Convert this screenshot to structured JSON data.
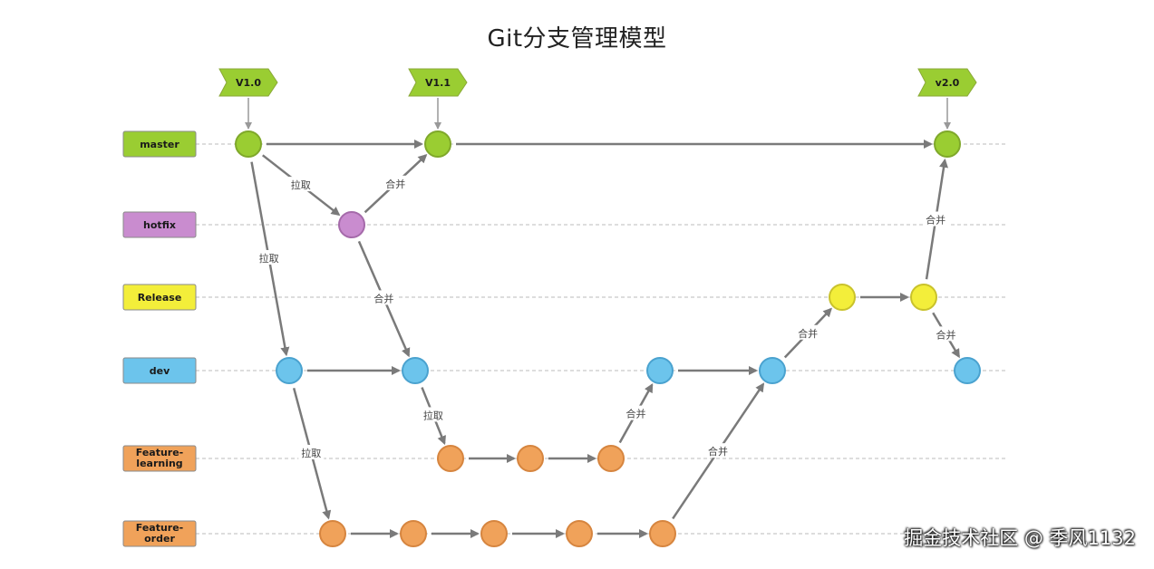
{
  "title": "Git分支管理模型",
  "colors": {
    "green": "#9acd32",
    "purple": "#c98ccf",
    "yellow": "#f3ee3a",
    "blue": "#6cc4ec",
    "orange": "#f0a25a",
    "arrow": "#7a7a7a",
    "dashline": "#bbbbbb"
  },
  "branches": [
    {
      "id": "master",
      "label": "master",
      "color": "green"
    },
    {
      "id": "hotfix",
      "label": "hotfix",
      "color": "purple"
    },
    {
      "id": "release",
      "label": "Release",
      "color": "yellow"
    },
    {
      "id": "dev",
      "label": "dev",
      "color": "blue"
    },
    {
      "id": "feature_learning",
      "label": "Feature-\nlearning",
      "color": "orange"
    },
    {
      "id": "feature_order",
      "label": "Feature-\norder",
      "color": "orange"
    }
  ],
  "tags": [
    {
      "label": "V1.0",
      "target": "m1"
    },
    {
      "label": "V1.1",
      "target": "m2"
    },
    {
      "label": "v2.0",
      "target": "m3"
    }
  ],
  "commits": [
    {
      "id": "m1",
      "branch": "master"
    },
    {
      "id": "m2",
      "branch": "master"
    },
    {
      "id": "m3",
      "branch": "master"
    },
    {
      "id": "h1",
      "branch": "hotfix"
    },
    {
      "id": "r1",
      "branch": "release"
    },
    {
      "id": "r2",
      "branch": "release"
    },
    {
      "id": "d1",
      "branch": "dev"
    },
    {
      "id": "d2",
      "branch": "dev"
    },
    {
      "id": "d3",
      "branch": "dev"
    },
    {
      "id": "d4",
      "branch": "dev"
    },
    {
      "id": "d5",
      "branch": "dev"
    },
    {
      "id": "fl1",
      "branch": "feature_learning"
    },
    {
      "id": "fl2",
      "branch": "feature_learning"
    },
    {
      "id": "fl3",
      "branch": "feature_learning"
    },
    {
      "id": "fo1",
      "branch": "feature_order"
    },
    {
      "id": "fo2",
      "branch": "feature_order"
    },
    {
      "id": "fo3",
      "branch": "feature_order"
    },
    {
      "id": "fo4",
      "branch": "feature_order"
    },
    {
      "id": "fo5",
      "branch": "feature_order"
    }
  ],
  "edges": [
    {
      "from": "m1",
      "to": "m2",
      "label": ""
    },
    {
      "from": "m2",
      "to": "m3",
      "label": ""
    },
    {
      "from": "m1",
      "to": "h1",
      "label": "拉取"
    },
    {
      "from": "h1",
      "to": "m2",
      "label": "合并"
    },
    {
      "from": "m1",
      "to": "d1",
      "label": "拉取"
    },
    {
      "from": "h1",
      "to": "d2",
      "label": "合并"
    },
    {
      "from": "d1",
      "to": "d2",
      "label": ""
    },
    {
      "from": "d2",
      "to": "fl1",
      "label": "拉取"
    },
    {
      "from": "fl1",
      "to": "fl2",
      "label": ""
    },
    {
      "from": "fl2",
      "to": "fl3",
      "label": ""
    },
    {
      "from": "fl3",
      "to": "d3",
      "label": "合并"
    },
    {
      "from": "d3",
      "to": "d4",
      "label": ""
    },
    {
      "from": "d1",
      "to": "fo1",
      "label": "拉取"
    },
    {
      "from": "fo1",
      "to": "fo2",
      "label": ""
    },
    {
      "from": "fo2",
      "to": "fo3",
      "label": ""
    },
    {
      "from": "fo3",
      "to": "fo4",
      "label": ""
    },
    {
      "from": "fo4",
      "to": "fo5",
      "label": ""
    },
    {
      "from": "fo5",
      "to": "d4",
      "label": "合并"
    },
    {
      "from": "d4",
      "to": "r1",
      "label": "合并"
    },
    {
      "from": "r1",
      "to": "r2",
      "label": ""
    },
    {
      "from": "r2",
      "to": "m3",
      "label": "合并"
    },
    {
      "from": "r2",
      "to": "d5",
      "label": "合并"
    }
  ],
  "watermark": "掘金技术社区 @ 季风1132"
}
